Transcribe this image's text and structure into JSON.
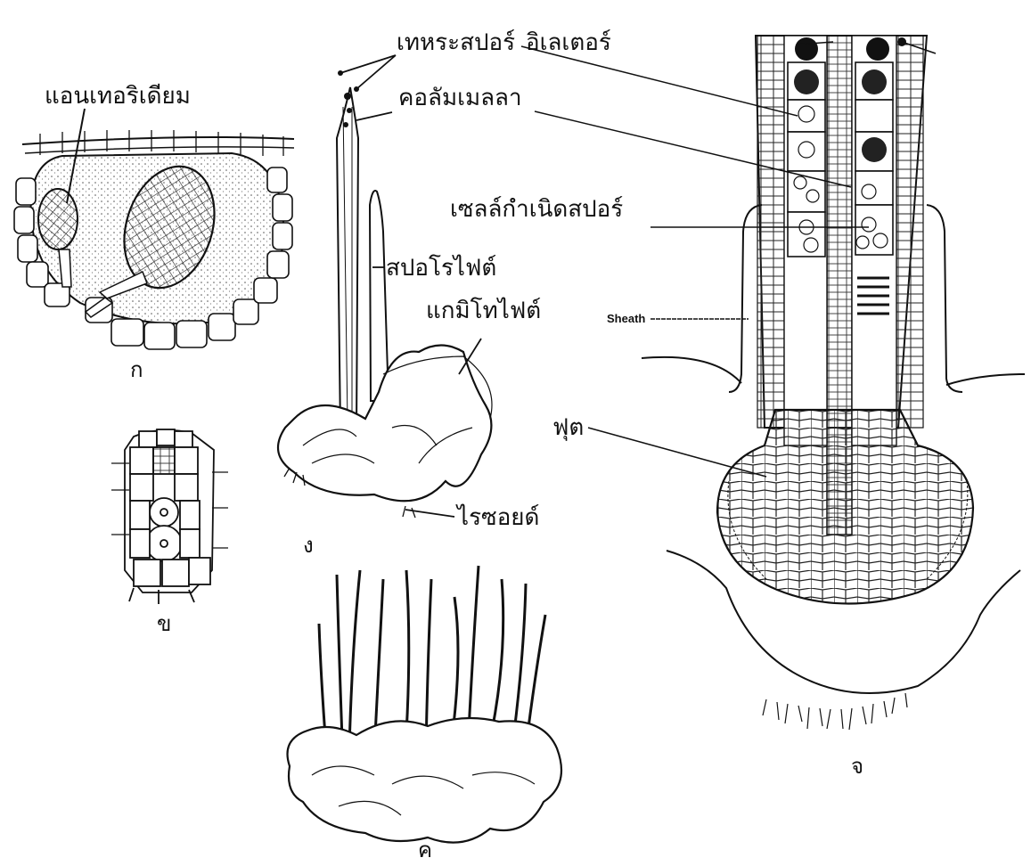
{
  "labels": {
    "elaters": "เทหระสปอร์",
    "elater_spore": "อิเลเตอร์",
    "antheridium": "แอนเทอริเดียม",
    "columella": "คอลัมเมลลา",
    "spore_mother_cell": "เซลล์กำเนิดสปอร์",
    "sporophyte": "สปอโรไฟต์",
    "gametophyte": "แกมิโทไฟต์",
    "sheath": "Sheath",
    "foot": "ฟุต",
    "rhizoid": "ไรซอยด์"
  },
  "panels": {
    "a": "ก",
    "b": "ข",
    "c": "ค",
    "d": "ง",
    "e": "จ"
  }
}
